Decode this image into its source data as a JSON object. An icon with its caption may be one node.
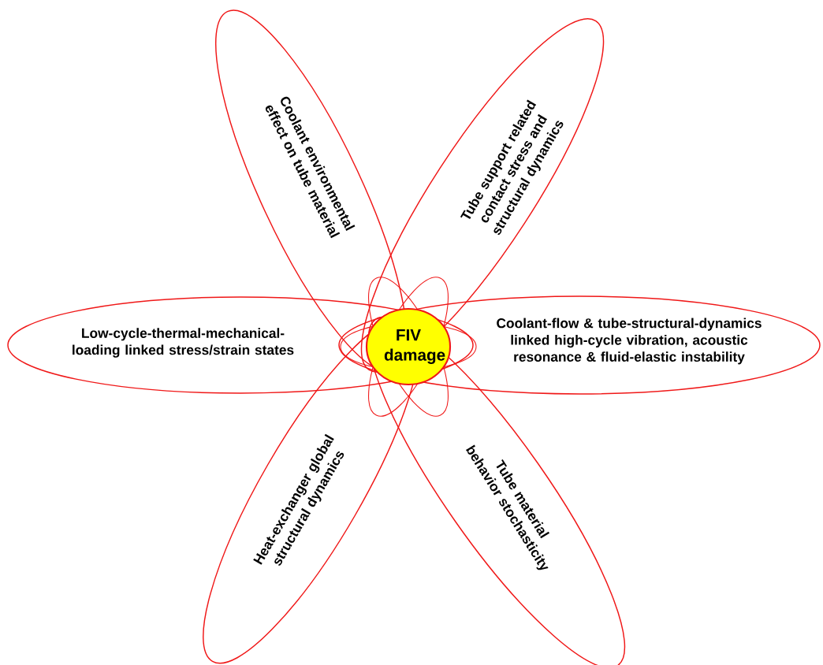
{
  "diagram": {
    "nodes": [
      {
        "text": [
          "Coolant environmental effect on tube material"
        ]
      },
      {
        "text": [
          "Tube support related contact stress and structural dynamics"
        ]
      },
      {
        "text": [
          "Low-cycle-thermal-mechanical-loading linked stress/strain states"
        ]
      },
      {
        "text": [
          "Coolant-flow & tube-structural-dynamics linked high-cycle vibration, acoustic resonance & fluid-elastic instability"
        ]
      },
      {
        "text": [
          "Heat-exchanger global structural dynamics"
        ]
      },
      {
        "text": [
          "Tube material behavior stochasticity"
        ]
      },
      {
        "text": [
          "FIV damage"
        ]
      }
    ]
  }
}
